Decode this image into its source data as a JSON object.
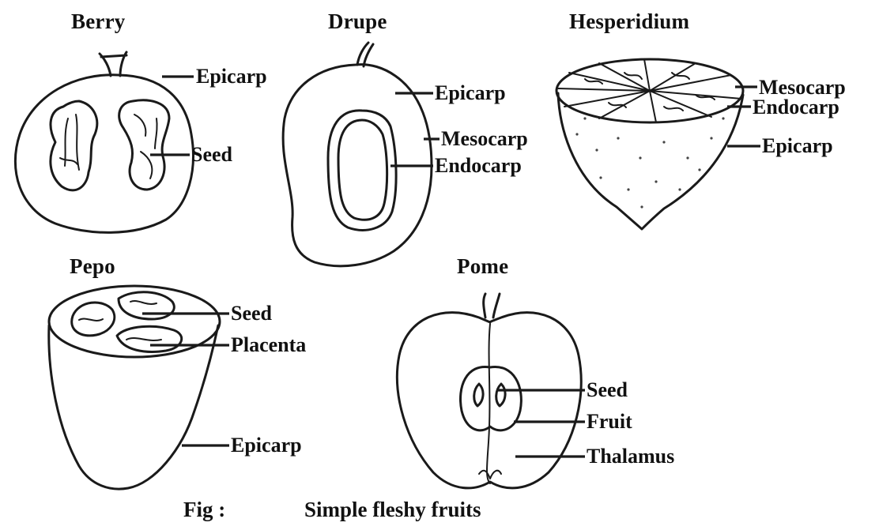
{
  "figure": {
    "caption_prefix": "Fig :",
    "caption_title": "Simple fleshy fruits"
  },
  "fruits": {
    "berry": {
      "title": "Berry",
      "labels": {
        "epicarp": "Epicarp",
        "seed": "Seed"
      }
    },
    "drupe": {
      "title": "Drupe",
      "labels": {
        "epicarp": "Epicarp",
        "mesocarp": "Mesocarp",
        "endocarp": "Endocarp"
      }
    },
    "hesperidium": {
      "title": "Hesperidium",
      "labels": {
        "mesocarp": "Mesocarp",
        "endocarp": "Endocarp",
        "epicarp": "Epicarp"
      }
    },
    "pepo": {
      "title": "Pepo",
      "labels": {
        "seed": "Seed",
        "placenta": "Placenta",
        "epicarp": "Epicarp"
      }
    },
    "pome": {
      "title": "Pome",
      "labels": {
        "seed": "Seed",
        "fruit": "Fruit",
        "thalamus": "Thalamus"
      }
    }
  }
}
